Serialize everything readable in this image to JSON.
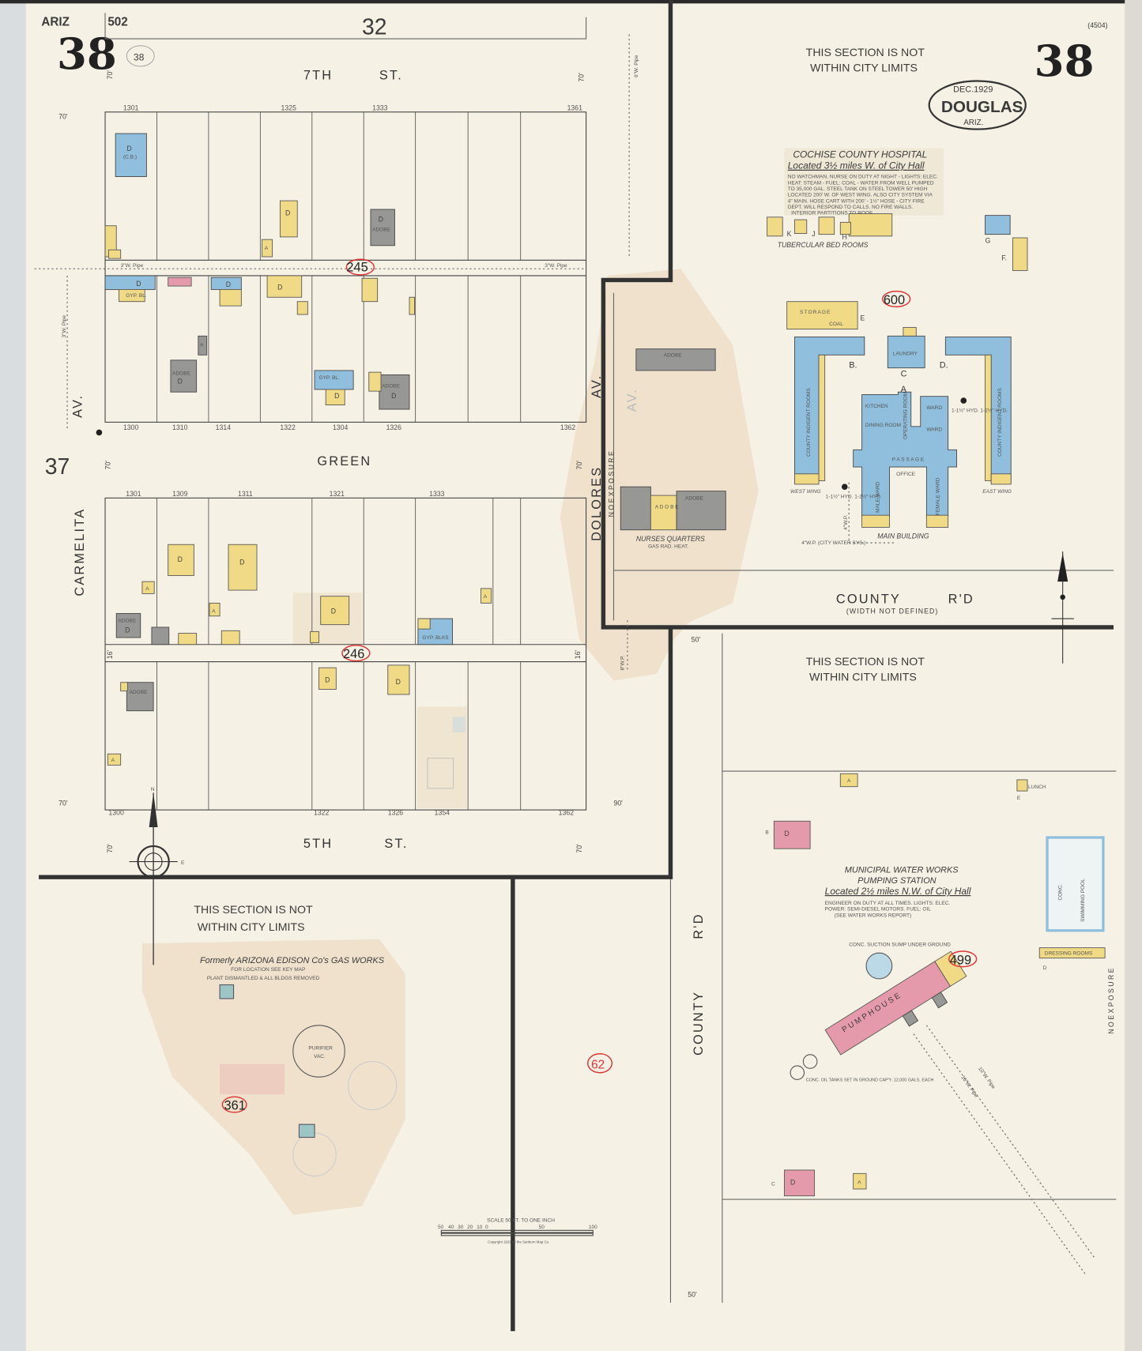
{
  "sheet": {
    "state": "ARIZ",
    "volume": "502",
    "sheet_number": "38",
    "sheet_number_right": "38",
    "pencil_note": "38",
    "adjacent_top": "32",
    "adjacent_left": "37",
    "catalog_no": "(4504)",
    "stamp": {
      "date": "DEC.1929",
      "city": "DOUGLAS",
      "state": "ARIZ."
    }
  },
  "colors": {
    "frame": "#f0da86",
    "brick": "#e59aab",
    "adobe": "#979795",
    "concrete_block": "#8fbfdc",
    "paper": "#f5f1e4",
    "overlay": "#e8cfb0",
    "fire_block_number": "#d33333"
  },
  "streets": {
    "seventh": "7TH",
    "seventh_st": "ST.",
    "green": "GREEN",
    "fifth": "5TH",
    "fifth_st": "ST.",
    "carmelita": "CARMELITA",
    "carmelita_av": "AV.",
    "dolores": "DOLORES",
    "dolores_av": "AV.",
    "dolores_av2": "AV.",
    "exposure": "N O   E X P O S U R E",
    "exposure_right": "N O   E X P O S U R E",
    "county_rd": "COUNTY",
    "county_rd_suffix": "R'D",
    "county_rd_note": "(WIDTH NOT DEFINED)",
    "county_rd_vertical": "COUNTY",
    "county_rd_vertical_suffix": "R'D"
  },
  "pipes": {
    "p1": "3\"W. Pipe",
    "p2": "3\"W. Pipe",
    "p3": "3\"W. Pipe",
    "p4": "6\"W. Pipe",
    "p5": "8\"W.P.",
    "p6": "4\"W.P.",
    "p7": "4\"W.P. (CITY WATER SYS.)",
    "p8": "10\"W. Pipe",
    "p9": "16\"W. Pipe"
  },
  "dimensions": {
    "d70": "70'",
    "d16": "16'",
    "d50": "50'",
    "d90": "90'"
  },
  "limits_note": {
    "line1": "THIS SECTION IS NOT",
    "line2": "WITHIN CITY LIMITS"
  },
  "blocks": [
    {
      "fire_number": "245",
      "top_addresses": [
        "1301",
        "1325",
        "1333",
        "1361"
      ],
      "bottom_addresses": [
        "1300",
        "1310",
        "1314",
        "1322",
        "1304",
        "1326",
        "1362"
      ]
    },
    {
      "fire_number": "246",
      "top_addresses": [
        "1301",
        "1309",
        "1311",
        "1321",
        "1333"
      ],
      "bottom_addresses": [
        "1300",
        "1322",
        "1326",
        "1354",
        "1362"
      ]
    }
  ],
  "buildings": {
    "D": "D",
    "A": "A",
    "adobe": "ADOBE",
    "gyp": "GYP. BL.",
    "cb": "(C.B.)",
    "gyp_blks": "GYP. BLKS",
    "nurses": "NURSES QUARTERS",
    "nurses_note": "GAS RAD. HEAT.",
    "adobe_spaced": "A D O B E"
  },
  "hospital": {
    "title": "COCHISE COUNTY HOSPITAL",
    "location": "Located 3½ miles W. of City Hall",
    "description": [
      "NO WATCHMAN, NURSE ON DUTY AT NIGHT - LIGHTS: ELEC.",
      "HEAT: STEAM - FUEL: COAL - WATER FROM WELL PUMPED",
      "TO 35,000 GAL. STEEL TANK ON STEEL TOWER 50' HIGH",
      "LOCATED 200' W. OF WEST WING. ALSO CITY SYSTEM VIA",
      "4\" MAIN. HOSE CART WITH 200' - 1½\" HOSE - CITY FIRE",
      "DEPT. WILL RESPOND TO CALLS. NO FIRE WALLS.",
      "INTERIOR PARTITIONS TO ROOF"
    ],
    "fire_number": "600",
    "tubercular": "TUBERCULAR BED ROOMS",
    "letters": {
      "A": "A",
      "B": "B.",
      "C": "C",
      "D": "D.",
      "E": "E",
      "F": "F.",
      "G": "G",
      "H": "H",
      "J": "J",
      "K": "K"
    },
    "storage": "STORAGE",
    "coal": "COAL",
    "laundry": "LAUNDRY",
    "kitchen": "KITCHEN",
    "dining": "DINING ROOM",
    "operating": "OPERATING ROOM",
    "ward": "WARD",
    "passage": "P A S S A G E",
    "office": "OFFICE",
    "male_ward": "MALE WARD",
    "female_ward": "FEMALE WARD",
    "west_wing": "WEST WING",
    "east_wing": "EAST WING",
    "main_building": "MAIN BUILDING",
    "indigent": "COUNTY INDIGENT ROOMS",
    "hydrant": "1-1½\" HYD. 1-2½\" HYD."
  },
  "water_works": {
    "title1": "MUNICIPAL WATER WORKS",
    "title2": "PUMPING STATION",
    "location": "Located 2½ miles N.W. of City Hall",
    "description": [
      "ENGINEER ON DUTY AT ALL TIMES. LIGHTS: ELEC.",
      "POWER: SEMI-DIESEL MOTORS. FUEL: OIL",
      "(SEE WATER WORKS REPORT)"
    ],
    "fire_number": "499",
    "pump_house": "P U M P   H O U S E",
    "sump": "CONC. SUCTION SUMP UNDER GROUND",
    "oil_tanks": "CONC. OIL TANKS SET IN GROUND CAP'Y. 12,000 GALS. EACH",
    "pool": "SWIMMING POOL",
    "pool_conc": "CONC.",
    "dressing": "DRESSING ROOMS",
    "lunch": "LUNCH",
    "letters": {
      "A": "A",
      "B": "B",
      "C": "C",
      "D": "D",
      "E": "E"
    }
  },
  "gas_works": {
    "title": "Formerly ARIZONA EDISON Co's GAS WORKS",
    "subtitle": "FOR LOCATION SEE KEY MAP",
    "note": "PLANT DISMANTLED & ALL BLDGS REMOVED",
    "purifier": "PURIFIER",
    "vac": "VAC.",
    "fire_number": "361"
  },
  "pencil_number": "62",
  "scale": {
    "label": "SCALE 50 FT. TO ONE INCH",
    "ticks": [
      "50",
      "40",
      "30",
      "20",
      "10",
      "0",
      "50",
      "100"
    ],
    "copyright": "Copyright 1929 by the Sanborn Map Co."
  },
  "compass": {
    "n": "N",
    "e": "E"
  }
}
